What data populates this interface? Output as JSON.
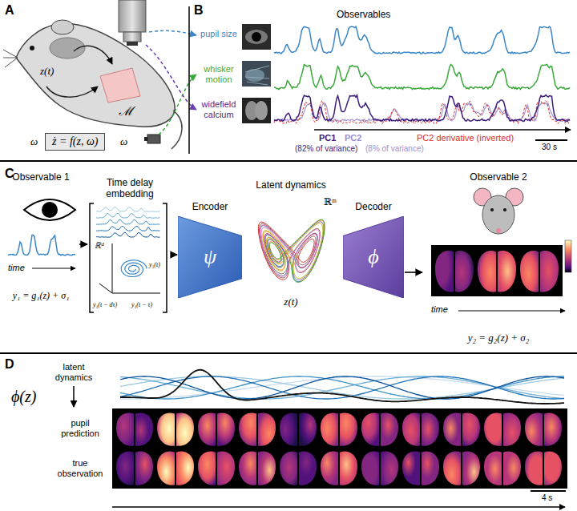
{
  "diagram": {
    "nodes": [
      {
        "text": [
          "ż = f(z, ω)"
        ]
      },
      {
        "text": [
          "Observable 1",
          "y₁ = g₁(z) + σ₁"
        ]
      },
      {
        "text": [
          "Time delay embedding"
        ]
      },
      {
        "text": [
          "Encoder",
          "ψ"
        ]
      },
      {
        "text": [
          "Latent dynamics",
          "z(t)"
        ]
      },
      {
        "text": [
          "Decoder",
          "ϕ"
        ]
      },
      {
        "text": [
          "Observable 2",
          "y₂ = g₂(z) + σ₂"
        ]
      }
    ],
    "edges": [
      {
        "from": 1,
        "to": 2,
        "arrow": "to"
      },
      {
        "from": 2,
        "to": 3,
        "arrow": "to"
      },
      {
        "from": 5,
        "to": 6,
        "arrow": "to"
      }
    ],
    "labels": [
      "A",
      "B",
      "C",
      "D",
      "z(t)",
      "ℳ",
      "ω",
      "ω",
      "Observables",
      "pupil size",
      "whisker motion",
      "widefield calcium",
      "PC1",
      "PC2",
      "(82% of variance)",
      "(8% of variance)",
      "PC2 derivative (inverted)",
      "30 s",
      "time",
      "ℝᵈ",
      "y₁(t)",
      "y₁(t − dτ)",
      "y₁(t − τ)",
      "ℝᵐ",
      "time",
      "latent dynamics",
      "ϕ(z)",
      "pupil prediction",
      "true observation",
      "4 s"
    ]
  }
}
